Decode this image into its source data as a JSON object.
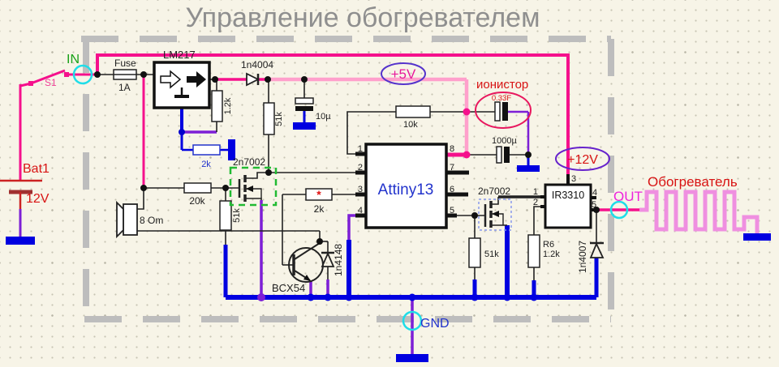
{
  "title": "Управление обогревателем",
  "nets": {
    "in": "IN",
    "out": "OUT",
    "gnd": "GND",
    "v5": "+5V",
    "v12": "+12V"
  },
  "components": {
    "switch": {
      "name": "S1"
    },
    "fuse": {
      "label": "Fuse",
      "value": "1A"
    },
    "regulator": {
      "name": "LM217"
    },
    "battery": {
      "name": "Bat1",
      "value": "12V"
    },
    "diode_main": {
      "name": "1n4004"
    },
    "r_output": {
      "value": "1.2k"
    },
    "r_pullup": {
      "value": "51k"
    },
    "cap_filter": {
      "value": "10µ"
    },
    "r_adj": {
      "value": "2k"
    },
    "r_div_top": {
      "value": "20k"
    },
    "r_div_bottom": {
      "value": "51k"
    },
    "speaker": {
      "value": "8 Om"
    },
    "mosfet_left": {
      "name": "2n7002"
    },
    "r_base": {
      "value": "2k",
      "mark": "*"
    },
    "bjt": {
      "name": "BCX54"
    },
    "diode_flyback": {
      "name": "1n4148"
    },
    "r_feedback": {
      "value": "10k"
    },
    "mcu": {
      "name": "Attiny13",
      "pins": [
        "1",
        "2",
        "3",
        "4",
        "5",
        "6",
        "7",
        "8"
      ]
    },
    "supercap": {
      "label": "ионистор",
      "value": "0.33F"
    },
    "cap_bulk": {
      "value": "1000µ"
    },
    "mosfet_right": {
      "name": "2n7002"
    },
    "r_gate_pulldown": {
      "value": "51k"
    },
    "driver": {
      "name": "IR3310",
      "pins": [
        "1",
        "2",
        "3",
        "4",
        "5"
      ]
    },
    "r6": {
      "name": "R6",
      "value": "1.2k"
    },
    "diode_out": {
      "name": "1n4007"
    },
    "heater": {
      "label": "Обогреватель"
    }
  },
  "colors": {
    "wire_pink": "#f5108c",
    "wire_pink_light": "#ffa0cc",
    "wire_blue": "#0000e0",
    "wire_purple": "#7d1fd6",
    "heater_pink": "#ef8fe0",
    "highlight_cyan": "#1fdde8",
    "border_gray": "#bdbdbd",
    "text_red": "#d81414",
    "text_blue": "#2233cc",
    "text_green": "#18a018",
    "text_magenta": "#ee22dd",
    "title_gray": "#8f8f8f"
  }
}
